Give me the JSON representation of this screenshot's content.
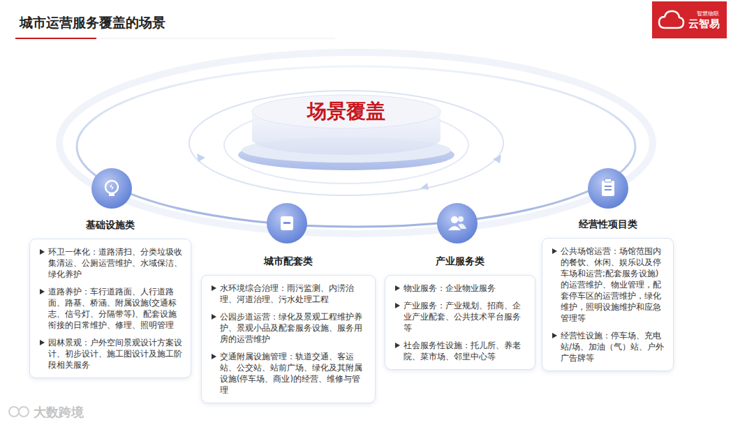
{
  "diagram": {
    "title": "城市运营服务覆盖的场景",
    "nodes": [
      {
        "text": [
          "场景覆盖"
        ]
      },
      {
        "text": [
          "基础设施类",
          "环卫一体化：道路清扫、分类垃圾收集清运、公厕运营维护、水域保洁、绿化养护",
          "道路养护：车行道路面、人行道路面、路基、桥涵、附属设施(交通标志、信号灯、分隔带等)、配套设施衔接的日常维护、修理、照明管理",
          "园林景观：户外空间景观设计方案设计、初步设计、施工图设计及施工阶段相关服务"
        ]
      },
      {
        "text": [
          "城市配套类",
          "水环境综合治理：雨污监测、内涝治理、河道治理、污水处理工程",
          "公园步道运营：绿化及景观工程维护养护、景观小品及配套服务设施、服务用房的运营维护",
          "交通附属设施管理：轨道交通、客运站、公交站、站前广场、绿化及其附属设施(停车场、商业)的经营、维修与管理"
        ]
      },
      {
        "text": [
          "产业服务类",
          "物业服务：企业物业服务",
          "产业服务：产业规划、招商、企业产业配套、公共技术平台服务等",
          "社会服务性设施：托儿所、养老院、菜市场、邻里中心等"
        ]
      },
      {
        "text": [
          "经营性项目类",
          "公共场馆运营：场馆范围内的餐饮、休闲、娱乐以及停车场和运营;配套服务设施)的运营维护、物业管理，配套停车区的运营维护，绿化维护，照明设施维护和应急管理等",
          "经营性设施：停车场、充电站/场、加油（气）站、户外广告牌等"
        ]
      }
    ],
    "labels": [
      "智慧物联",
      "云智易",
      "大数跨境"
    ]
  }
}
